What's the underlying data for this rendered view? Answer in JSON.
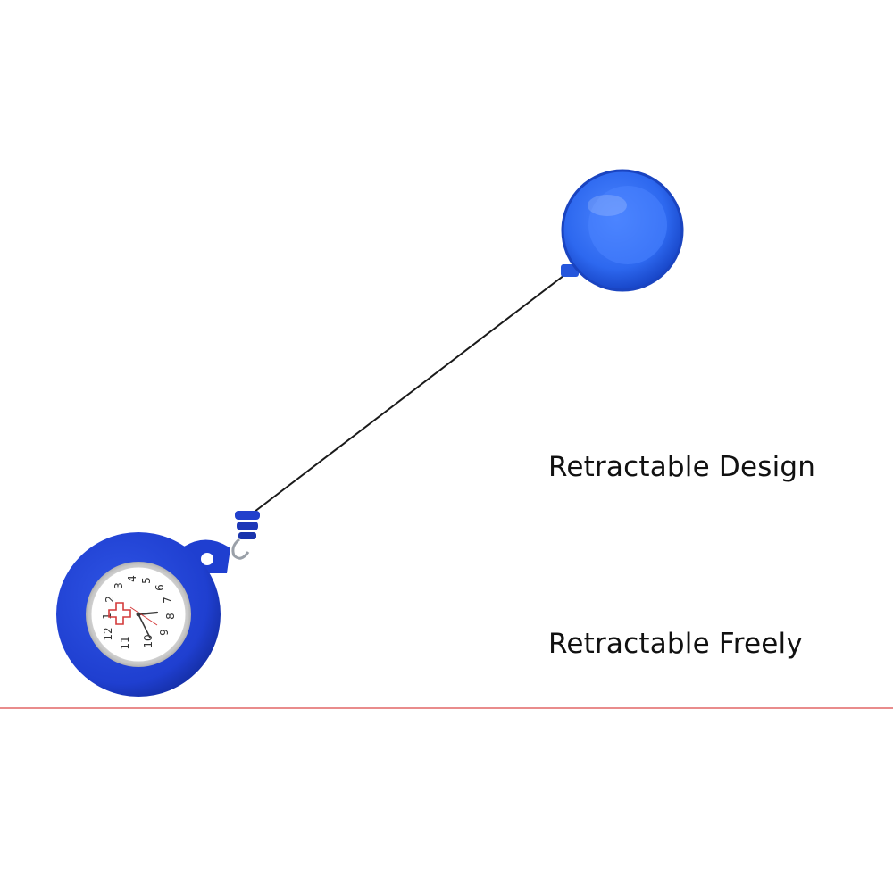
{
  "features": [
    {
      "label": "Retractable Design"
    },
    {
      "label": "Retractable Freely"
    }
  ],
  "colors": {
    "background": "#ffffff",
    "product_blue": "#1f3fd0",
    "reel_blue": "#2d68ef",
    "cord": "#1a1a1a",
    "divider_line": "#e98c8c",
    "text": "#111111"
  },
  "icons": {
    "reel": "badge-reel-icon",
    "watch": "nurse-fob-watch-icon"
  },
  "watch_dial_numbers": [
    "12",
    "1",
    "2",
    "3",
    "4",
    "5",
    "6",
    "7",
    "8",
    "9",
    "10",
    "11"
  ]
}
